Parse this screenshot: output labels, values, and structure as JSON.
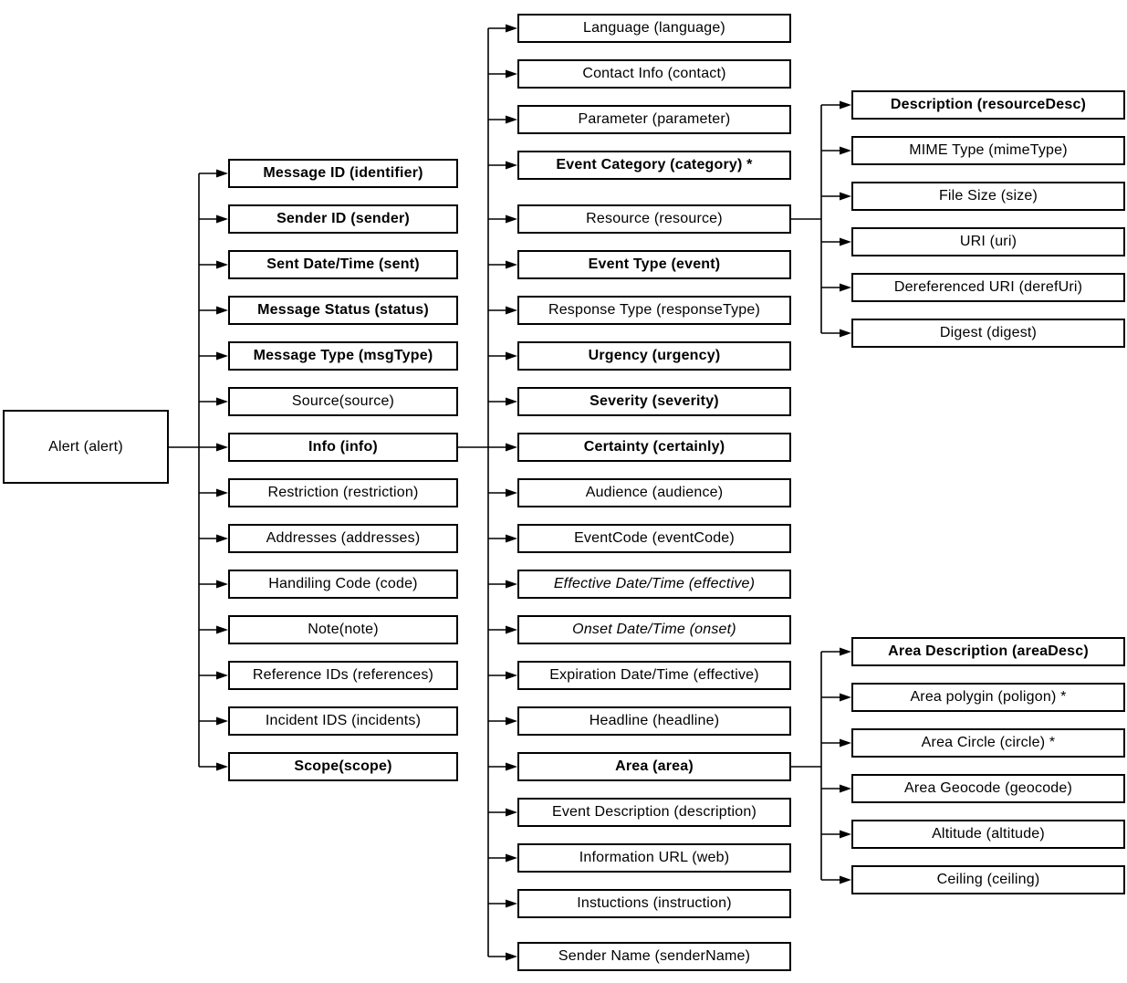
{
  "colors": {
    "background": "#ffffff",
    "box_fill": "#ffffff",
    "box_border": "#000000",
    "text": "#000000",
    "connector_line": "#000000"
  },
  "root": {
    "label": "Alert (alert)",
    "style": "normal"
  },
  "alert_children": {
    "parent": "Alert (alert)",
    "items": [
      {
        "label": "Message ID (identifier)",
        "style": "bold"
      },
      {
        "label": "Sender ID (sender)",
        "style": "bold"
      },
      {
        "label": "Sent Date/Time (sent)",
        "style": "bold"
      },
      {
        "label": "Message Status (status)",
        "style": "bold"
      },
      {
        "label": "Message Type (msgType)",
        "style": "bold"
      },
      {
        "label": "Source(source)",
        "style": "normal"
      },
      {
        "label": "Info (info)",
        "style": "bold"
      },
      {
        "label": "Restriction (restriction)",
        "style": "normal"
      },
      {
        "label": "Addresses (addresses)",
        "style": "normal"
      },
      {
        "label": "Handiling Code (code)",
        "style": "normal"
      },
      {
        "label": "Note(note)",
        "style": "normal"
      },
      {
        "label": "Reference IDs (references)",
        "style": "normal"
      },
      {
        "label": "Incident IDS (incidents)",
        "style": "normal"
      },
      {
        "label": "Scope(scope)",
        "style": "bold"
      }
    ]
  },
  "info_children": {
    "parent": "Info (info)",
    "items": [
      {
        "label": "Language (language)",
        "style": "normal"
      },
      {
        "label": "Contact Info (contact)",
        "style": "normal"
      },
      {
        "label": "Parameter (parameter)",
        "style": "normal"
      },
      {
        "label": "Event Category (category) *",
        "style": "bold"
      },
      {
        "label": "Resource (resource)",
        "style": "normal"
      },
      {
        "label": "Event Type (event)",
        "style": "bold"
      },
      {
        "label": "Response Type (responseType)",
        "style": "normal"
      },
      {
        "label": "Urgency (urgency)",
        "style": "bold"
      },
      {
        "label": "Severity (severity)",
        "style": "bold"
      },
      {
        "label": "Certainty (certainly)",
        "style": "bold"
      },
      {
        "label": "Audience (audience)",
        "style": "normal"
      },
      {
        "label": "EventCode (eventCode)",
        "style": "normal"
      },
      {
        "label": "Effective Date/Time (effective)",
        "style": "italic"
      },
      {
        "label": "Onset Date/Time (onset)",
        "style": "italic"
      },
      {
        "label": "Expiration Date/Time (effective)",
        "style": "normal"
      },
      {
        "label": "Headline (headline)",
        "style": "normal"
      },
      {
        "label": "Area (area)",
        "style": "bold"
      },
      {
        "label": "Event Description (description)",
        "style": "normal"
      },
      {
        "label": "Information URL (web)",
        "style": "normal"
      },
      {
        "label": "Instuctions (instruction)",
        "style": "normal"
      },
      {
        "label": "Sender Name (senderName)",
        "style": "normal"
      }
    ]
  },
  "resource_children": {
    "parent": "Resource (resource)",
    "items": [
      {
        "label": "Description (resourceDesc)",
        "style": "bold"
      },
      {
        "label": "MIME Type (mimeType)",
        "style": "normal"
      },
      {
        "label": "File Size (size)",
        "style": "normal"
      },
      {
        "label": "URI (uri)",
        "style": "normal"
      },
      {
        "label": "Dereferenced URI (derefUri)",
        "style": "normal"
      },
      {
        "label": "Digest (digest)",
        "style": "normal"
      }
    ]
  },
  "area_children": {
    "parent": "Area (area)",
    "items": [
      {
        "label": "Area Description (areaDesc)",
        "style": "bold"
      },
      {
        "label": "Area polygin (poligon) *",
        "style": "normal"
      },
      {
        "label": "Area Circle (circle) *",
        "style": "normal"
      },
      {
        "label": "Area Geocode (geocode)",
        "style": "normal"
      },
      {
        "label": "Altitude (altitude)",
        "style": "normal"
      },
      {
        "label": "Ceiling (ceiling)",
        "style": "normal"
      }
    ]
  }
}
